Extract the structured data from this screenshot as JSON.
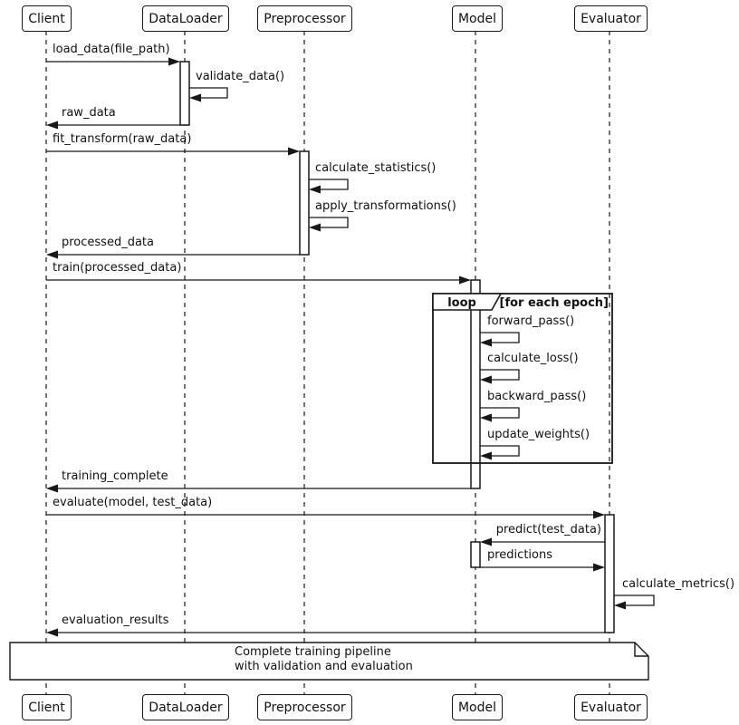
{
  "diagram": {
    "type": "uml-sequence",
    "participants": [
      {
        "name": "Client"
      },
      {
        "name": "DataLoader"
      },
      {
        "name": "Preprocessor"
      },
      {
        "name": "Model"
      },
      {
        "name": "Evaluator"
      }
    ],
    "messages": {
      "load_data": "load_data(file_path)",
      "validate_data": "validate_data()",
      "raw_data": "raw_data",
      "fit_transform": "fit_transform(raw_data)",
      "calculate_statistics": "calculate_statistics()",
      "apply_transformations": "apply_transformations()",
      "processed_data": "processed_data",
      "train": "train(processed_data)",
      "forward_pass": "forward_pass()",
      "calculate_loss": "calculate_loss()",
      "backward_pass": "backward_pass()",
      "update_weights": "update_weights()",
      "training_complete": "training_complete",
      "evaluate": "evaluate(model, test_data)",
      "predict": "predict(test_data)",
      "predictions": "predictions",
      "calculate_metrics": "calculate_metrics()",
      "evaluation_results": "evaluation_results"
    },
    "loop": {
      "label": "loop",
      "condition": "[for each epoch]"
    },
    "note": {
      "line1": "Complete training pipeline",
      "line2": "with validation and evaluation"
    },
    "colors": {
      "line": "#181818",
      "fill": "#ffffff",
      "text": "#111111"
    }
  }
}
